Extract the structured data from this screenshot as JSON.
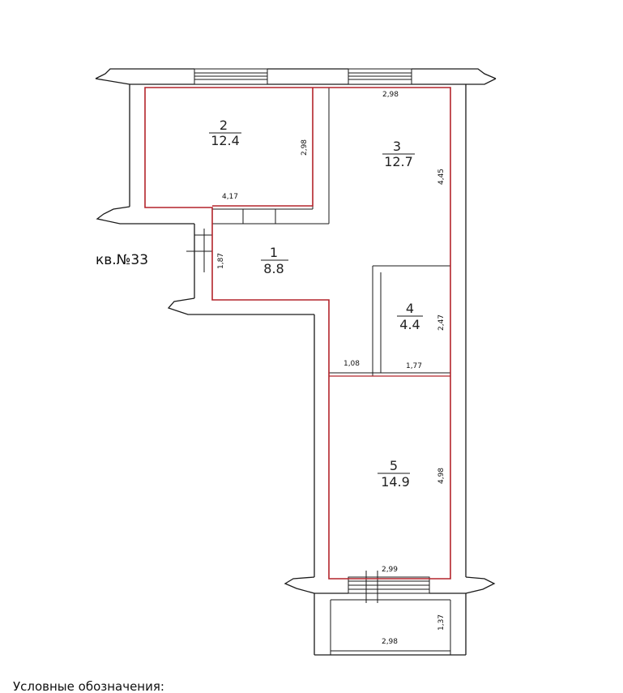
{
  "apartment_label": "кв.№33",
  "legend_title": "Условные обозначения:",
  "rooms": [
    {
      "number": "1",
      "area": "8.8"
    },
    {
      "number": "2",
      "area": "12.4"
    },
    {
      "number": "3",
      "area": "12.7"
    },
    {
      "number": "4",
      "area": "4.4"
    },
    {
      "number": "5",
      "area": "14.9"
    }
  ],
  "dimensions": [
    "2,98",
    "4,17",
    "2,98",
    "4,45",
    "1,87",
    "2,47",
    "1,08",
    "1,77",
    "4,98",
    "2,99",
    "2,98",
    "1,37"
  ],
  "colors": {
    "outline": "#b3242b",
    "walls": "#1a1a1a"
  }
}
